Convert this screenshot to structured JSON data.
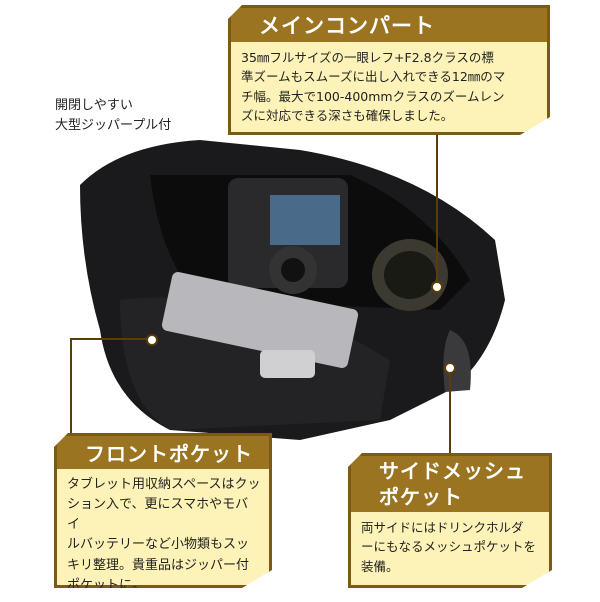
{
  "zipper_note": {
    "line1": "開閉しやすい",
    "line2": "大型ジッパープル付"
  },
  "main_compartment": {
    "title": "メインコンパート",
    "lines": [
      "35㎜フルサイズの一眼レフ+F2.8クラスの標",
      "準ズームもスムーズに出し入れできる12㎜のマ",
      "チ幅。最大で100-400mmクラスのズームレン",
      "ズに対応できる深さも確保しました。"
    ]
  },
  "front_pocket": {
    "title": "フロントポケット",
    "lines": [
      "タブレット用収納スペースはクッ",
      "ション入で、更にスマホやモバイ",
      "ルバッテリーなど小物類もスッ",
      "キリ整理。貴重品はジッパー付",
      "ポケットに。"
    ]
  },
  "side_mesh": {
    "title_line1": "サイドメッシュ",
    "title_line2": "ポケット",
    "lines": [
      "両サイドにはドリンクホルダ",
      "ーにもなるメッシュポケットを",
      "装備。"
    ]
  },
  "colors": {
    "header": "#9a7420",
    "panel": "#fdf3b8",
    "border": "#7a5a14"
  }
}
